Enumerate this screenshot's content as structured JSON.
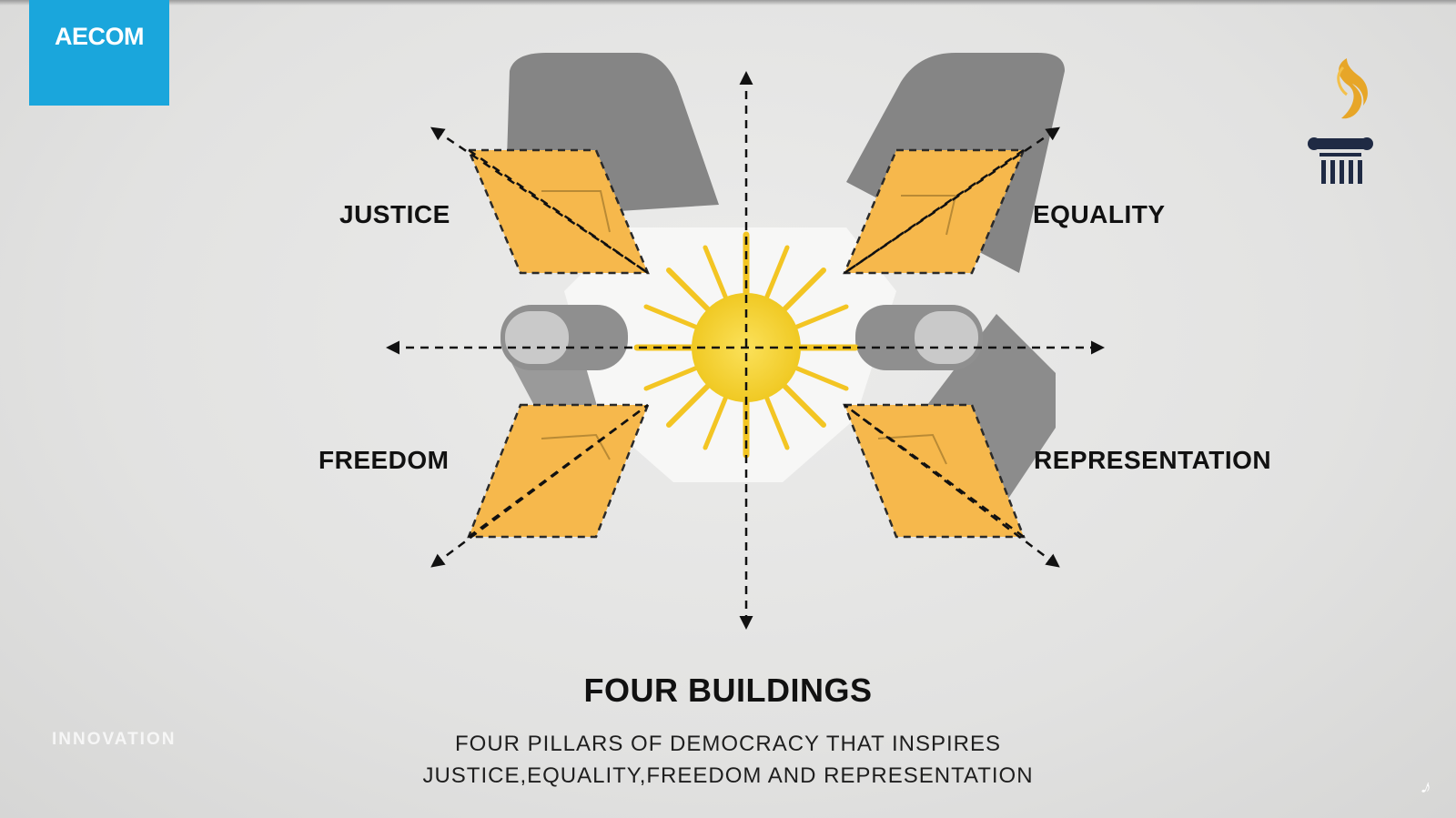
{
  "branding": {
    "logo_text": "AECOM",
    "emblem_icon": "swan-pillar-emblem-icon"
  },
  "pillars": {
    "justice": "JUSTICE",
    "equality": "EQUALITY",
    "freedom": "FREEDOM",
    "representation": "REPRESENTATION"
  },
  "caption": {
    "title": "FOUR BUILDINGS",
    "line1": "FOUR PILLARS OF DEMOCRACY THAT INSPIRES",
    "line2": "JUSTICE,EQUALITY,FREEDOM AND REPRESENTATION"
  },
  "watermark": "INNOVATION",
  "colors": {
    "logo_background": "#1aa6dc",
    "building_fill": "#f6b84c",
    "sun": "#f3d02a",
    "shadow_block": "#858585",
    "background": "#e4e4e3"
  }
}
